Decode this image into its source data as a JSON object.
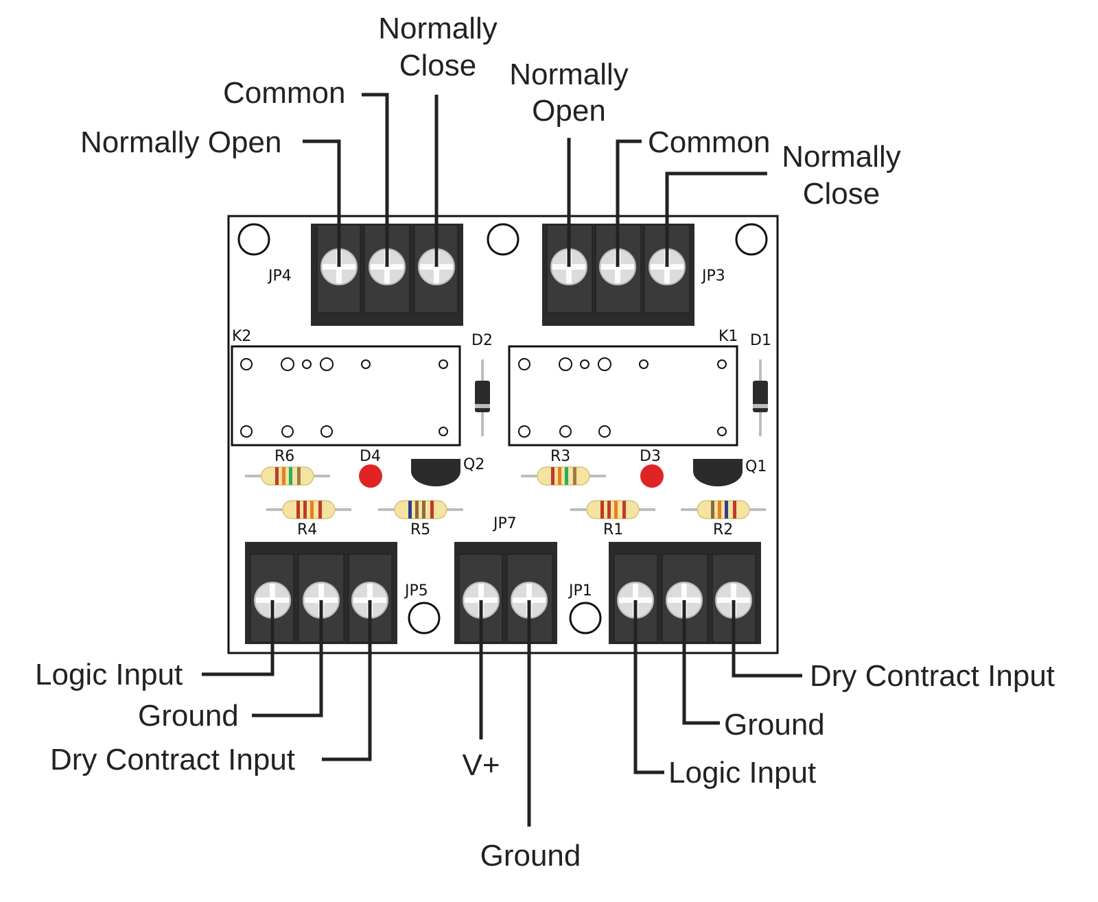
{
  "labels": {
    "jp4_no": "Normally Open",
    "jp4_com": "Common",
    "jp4_nc_1": "Normally",
    "jp4_nc_2": "Close",
    "jp3_no_1": "Normally",
    "jp3_no_2": "Open",
    "jp3_com": "Common",
    "jp3_nc_1": "Normally",
    "jp3_nc_2": "Close",
    "jp5_logic": "Logic Input",
    "jp5_ground": "Ground",
    "jp5_dry": "Dry Contract Input",
    "jp7_vplus": "V+",
    "jp7_ground": "Ground",
    "jp1_dry": "Dry Contract Input",
    "jp1_ground": "Ground",
    "jp1_logic": "Logic Input"
  },
  "refs": {
    "jp4": "JP4",
    "jp3": "JP3",
    "k2": "K2",
    "k1": "K1",
    "d2": "D2",
    "d1": "D1",
    "d4": "D4",
    "d3": "D3",
    "r6": "R6",
    "r3": "R3",
    "q2": "Q2",
    "q1": "Q1",
    "r4": "R4",
    "r5": "R5",
    "r1": "R1",
    "r2": "R2",
    "jp7": "JP7",
    "jp5": "JP5",
    "jp1": "JP1"
  },
  "colors": {
    "terminal_block": "#2b2b2b",
    "screw": "#d9d9d9",
    "led": "#e02424",
    "resistor_body": "#f5e6a8",
    "board_outline": "#111111"
  }
}
